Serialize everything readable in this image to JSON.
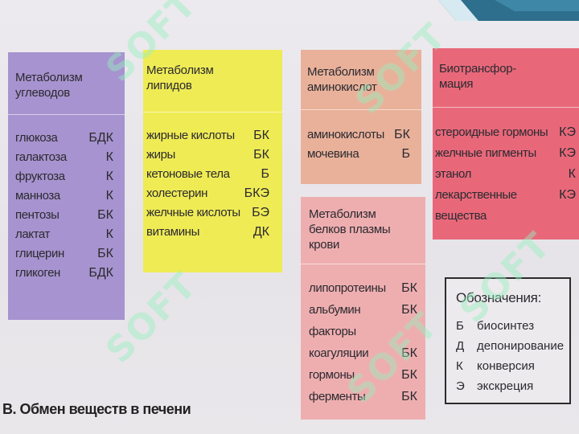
{
  "boxes": {
    "carbohydrates": {
      "title": "Метаболизм\nуглеводов",
      "rows": [
        {
          "name": "глюкоза",
          "code": "БДК"
        },
        {
          "name": "галактоза",
          "code": "К"
        },
        {
          "name": "фруктоза",
          "code": "К"
        },
        {
          "name": "манноза",
          "code": "К"
        },
        {
          "name": "пентозы",
          "code": "БК"
        },
        {
          "name": "лактат",
          "code": "К"
        },
        {
          "name": "глицерин",
          "code": "БК"
        },
        {
          "name": "гликоген",
          "code": "БДК"
        }
      ]
    },
    "lipids": {
      "title": "Метаболизм\nлипидов",
      "rows": [
        {
          "name": "жирные кислоты",
          "code": "БК"
        },
        {
          "name": "жиры",
          "code": "БК"
        },
        {
          "name": "кетоновые тела",
          "code": "Б"
        },
        {
          "name": "холестерин",
          "code": "БКЭ"
        },
        {
          "name": "желчные кислоты",
          "code": "БЭ"
        },
        {
          "name": "витамины",
          "code": "ДК"
        }
      ]
    },
    "amino_acids": {
      "title": "Метаболизм\nаминокислот",
      "rows": [
        {
          "name": "аминокислоты",
          "code": "БК"
        },
        {
          "name": "мочевина",
          "code": "Б"
        }
      ]
    },
    "biotransformation": {
      "title": "Биотрансфор-\nмация",
      "rows": [
        {
          "name": "стероидные гормоны",
          "code": "КЭ"
        },
        {
          "name": "желчные пигменты",
          "code": "КЭ"
        },
        {
          "name": "этанол",
          "code": "К"
        },
        {
          "name": "лекарственные",
          "code": "КЭ"
        },
        {
          "name": "вещества",
          "code": ""
        }
      ]
    },
    "plasma_proteins": {
      "title": "Метаболизм\nбелков плазмы\nкрови",
      "rows": [
        {
          "name": "липопротеины",
          "code": "БК"
        },
        {
          "name": "альбумин",
          "code": "БК"
        },
        {
          "name": "факторы",
          "code": ""
        },
        {
          "name": "коагуляции",
          "code": "БК"
        },
        {
          "name": "гормоны",
          "code": "БК"
        },
        {
          "name": "ферменты",
          "code": "БК"
        }
      ]
    }
  },
  "legend": {
    "title": "Обозначения:",
    "rows": [
      {
        "key": "Б",
        "label": "биосинтез"
      },
      {
        "key": "Д",
        "label": "депонирование"
      },
      {
        "key": "К",
        "label": "конверсия"
      },
      {
        "key": "Э",
        "label": "экскреция"
      }
    ]
  },
  "caption": "В. Обмен веществ в печени",
  "watermark": "SOFT",
  "colors": {
    "carbohydrates": "#a793cf",
    "lipids": "#efeb55",
    "amino_acids": "#e9b19a",
    "biotransformation": "#e8687a",
    "plasma_proteins": "#eeaeb0"
  }
}
